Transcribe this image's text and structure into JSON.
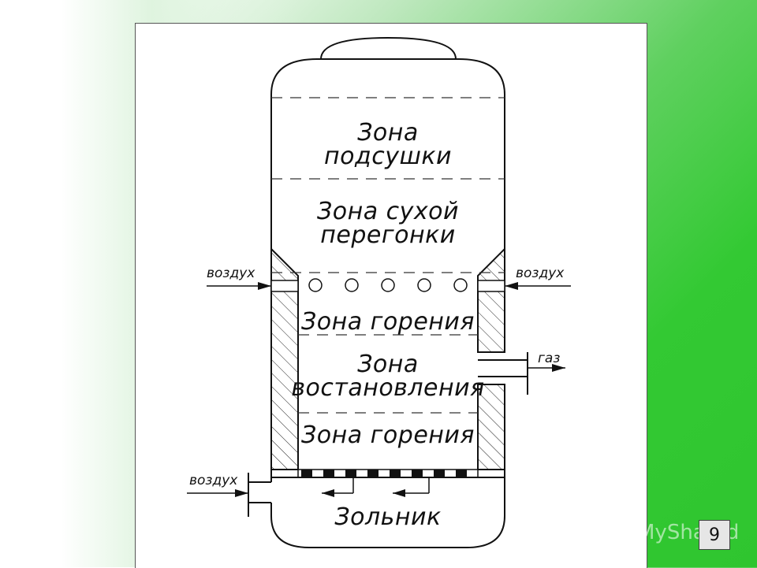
{
  "diagram": {
    "zones": {
      "drying_line1": "Зона",
      "drying_line2": "подсушки",
      "distill_line1": "Зона сухой",
      "distill_line2": "перегонки",
      "combustion_upper": "Зона горения",
      "reduction_line1": "Зона",
      "reduction_line2": "востановления",
      "combustion_lower": "Зона горения",
      "ash_pit": "Зольник"
    },
    "labels": {
      "air_left": "воздух",
      "air_right": "воздух",
      "gas_outlet": "газ",
      "air_bottom": "воздух"
    }
  },
  "footer": {
    "watermark": "MyShared",
    "page_number": "9"
  }
}
